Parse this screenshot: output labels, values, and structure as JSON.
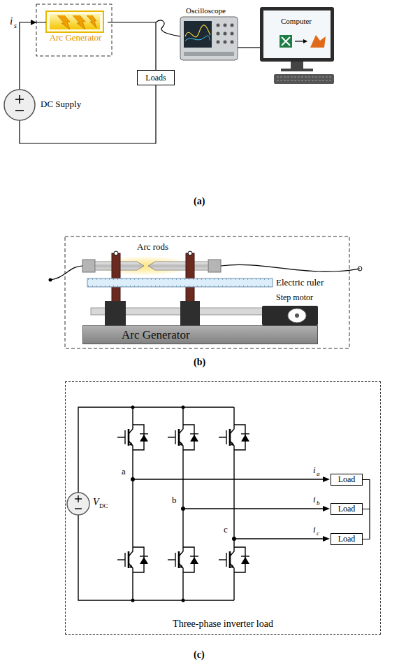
{
  "diagram": {
    "nodes": [
      {
        "text": [
          "Arc Generator"
        ]
      },
      {
        "text": [
          "Loads"
        ]
      },
      {
        "text": [
          "Arc Generator"
        ]
      },
      {
        "text": [
          "Three-phase inverter load"
        ]
      },
      {
        "text": [
          "Load"
        ],
        "in": 3
      },
      {
        "text": [
          "Load"
        ],
        "in": 3
      },
      {
        "text": [
          "Load"
        ],
        "in": 3
      }
    ],
    "edges": [
      {
        "from": 0,
        "to": 1,
        "arrow": "none"
      },
      {
        "from": 4,
        "to": 5,
        "arrow": "none"
      },
      {
        "from": 5,
        "to": 6,
        "arrow": "none"
      }
    ],
    "labels": [
      "i",
      "s",
      "DC Supply",
      "Oscilloscope",
      "Computer",
      "(a)",
      "Arc rods",
      "Electric ruler",
      "Step motor",
      "(b)",
      "V",
      "DC",
      "a",
      "b",
      "c",
      "i",
      "a",
      "i",
      "b",
      "i",
      "c",
      "(c)"
    ]
  }
}
